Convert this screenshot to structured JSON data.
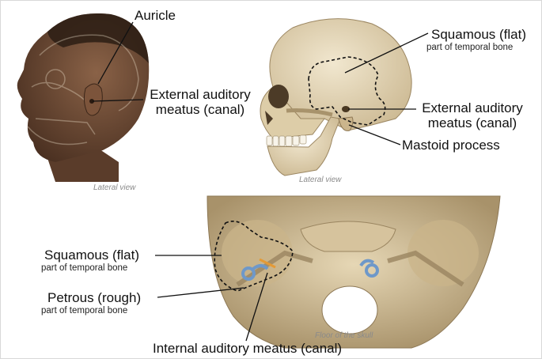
{
  "panels": {
    "head": {
      "caption": "Lateral view",
      "labels": {
        "auricle": "Auricle",
        "ext_meatus_line1": "External auditory",
        "ext_meatus_line2": "meatus (canal)"
      }
    },
    "skull": {
      "caption": "Lateral view",
      "labels": {
        "squamous_title": "Squamous (flat)",
        "squamous_sub": "part of temporal bone",
        "ext_meatus_line1": "External auditory",
        "ext_meatus_line2": "meatus (canal)",
        "mastoid": "Mastoid process"
      }
    },
    "floor": {
      "caption": "Floor of the skull",
      "labels": {
        "squamous_title": "Squamous (flat)",
        "squamous_sub": "part of temporal bone",
        "petrous_title": "Petrous (rough)",
        "petrous_sub": "part of temporal bone",
        "internal_meatus": "Internal auditory meatus (canal)"
      }
    }
  },
  "colors": {
    "bone": "#e4d6b6",
    "bone_shadow": "#b9a57d",
    "skin": "#6b4a35",
    "ear_canal_blue": "#7fa7d3",
    "leader_line": "#111111"
  }
}
